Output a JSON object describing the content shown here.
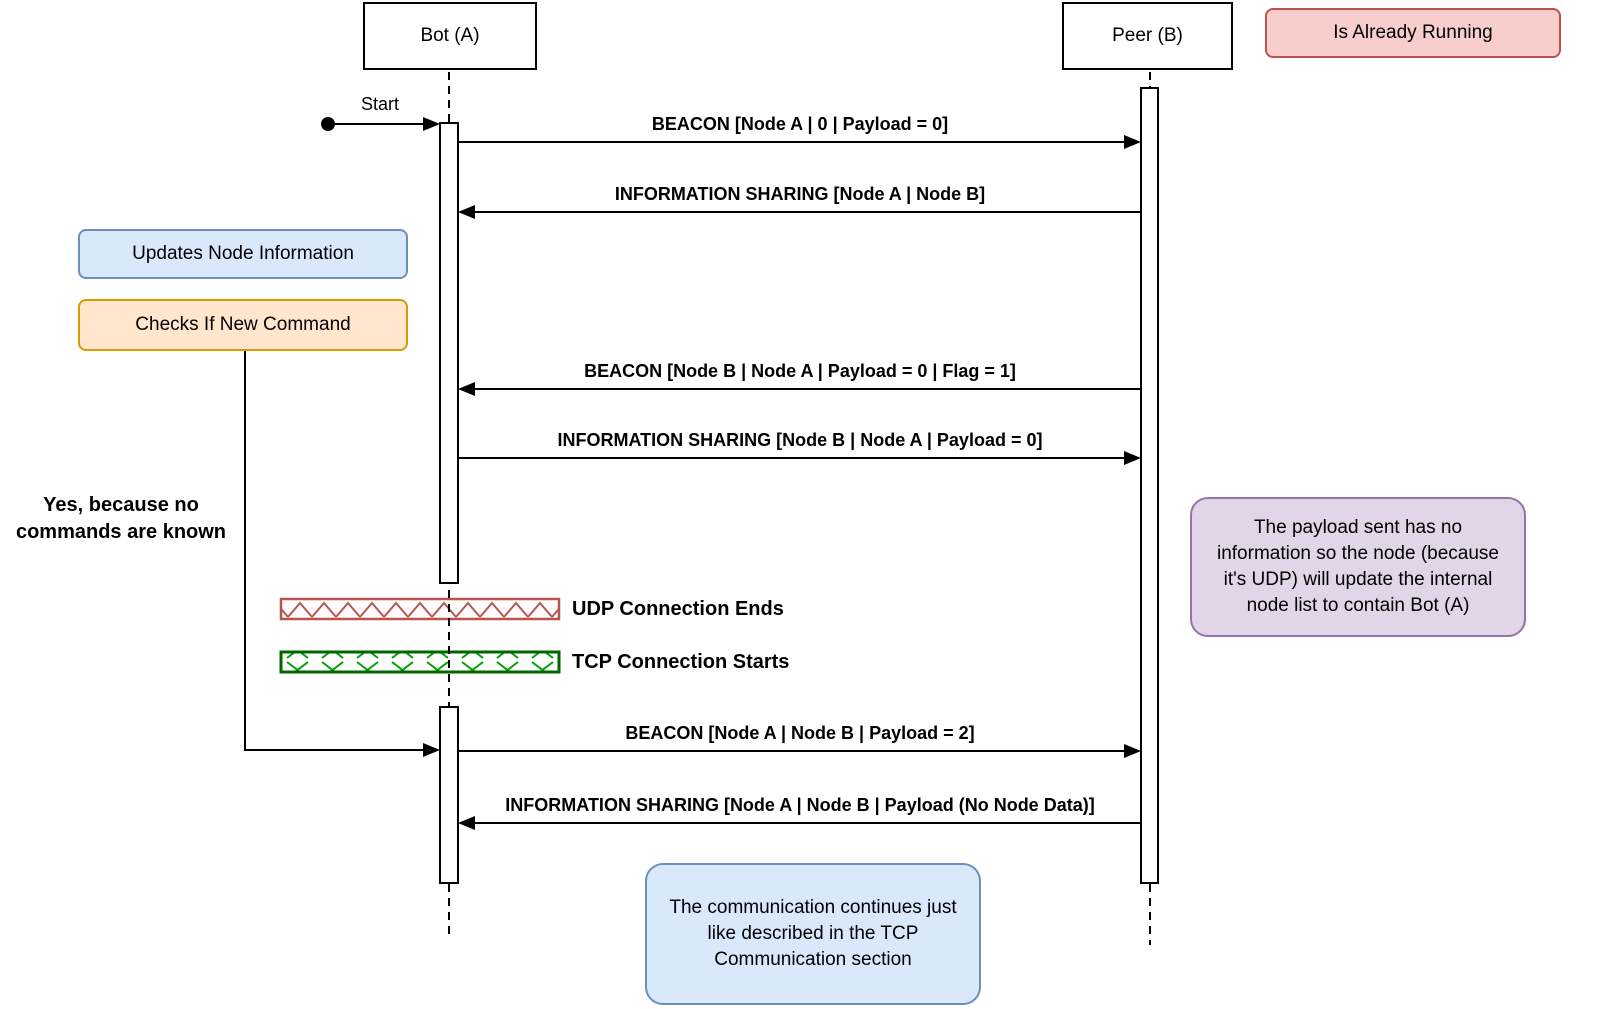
{
  "actors": {
    "bot": "Bot (A)",
    "peer": "Peer (B)"
  },
  "start": {
    "label": "Start"
  },
  "messages": [
    {
      "label": "BEACON [Node A | 0 | Payload = 0]",
      "from": "Bot (A)",
      "to": "Peer (B)",
      "direction": "right"
    },
    {
      "label": "INFORMATION SHARING [Node A | Node B]",
      "from": "Peer (B)",
      "to": "Bot (A)",
      "direction": "left"
    },
    {
      "label": "BEACON [Node B | Node A | Payload = 0 | Flag = 1]",
      "from": "Peer (B)",
      "to": "Bot (A)",
      "direction": "left"
    },
    {
      "label": "INFORMATION SHARING [Node B | Node A | Payload = 0]",
      "from": "Bot (A)",
      "to": "Peer (B)",
      "direction": "right"
    },
    {
      "label": "BEACON [Node A | Node B | Payload = 2]",
      "from": "Bot (A)",
      "to": "Peer (B)",
      "direction": "right"
    },
    {
      "label": "INFORMATION SHARING [Node A | Node B | Payload (No Node Data)]",
      "from": "Peer (B)",
      "to": "Bot (A)",
      "direction": "left"
    }
  ],
  "annotations": {
    "is_already_running": "Is Already Running",
    "updates_node_information": "Updates Node Information",
    "checks_if_new_command": "Checks If New Command",
    "yes_because": "Yes, because no\ncommands are known",
    "payload_note": "The payload sent has no\ninformation so the node (because\nit's UDP) will update the internal\nnode list to contain Bot (A)",
    "tcp_continue_note": "The communication continues just\nlike described in the TCP\nCommunication section"
  },
  "connection_markers": {
    "udp_ends": "UDP Connection Ends",
    "tcp_starts": "TCP Connection Starts"
  },
  "colors": {
    "line-black": "#000000",
    "blue-fill": "#dae8fc",
    "blue-stroke": "#6c8ebf",
    "orange-fill": "#ffe6cc",
    "orange-stroke": "#d79b00",
    "pink-fill": "#f8cecc",
    "pink-stroke": "#b85450",
    "purple-fill": "#e1d5e7",
    "purple-stroke": "#9673a6",
    "green-dark": "#006600",
    "green-light": "#00a000"
  }
}
